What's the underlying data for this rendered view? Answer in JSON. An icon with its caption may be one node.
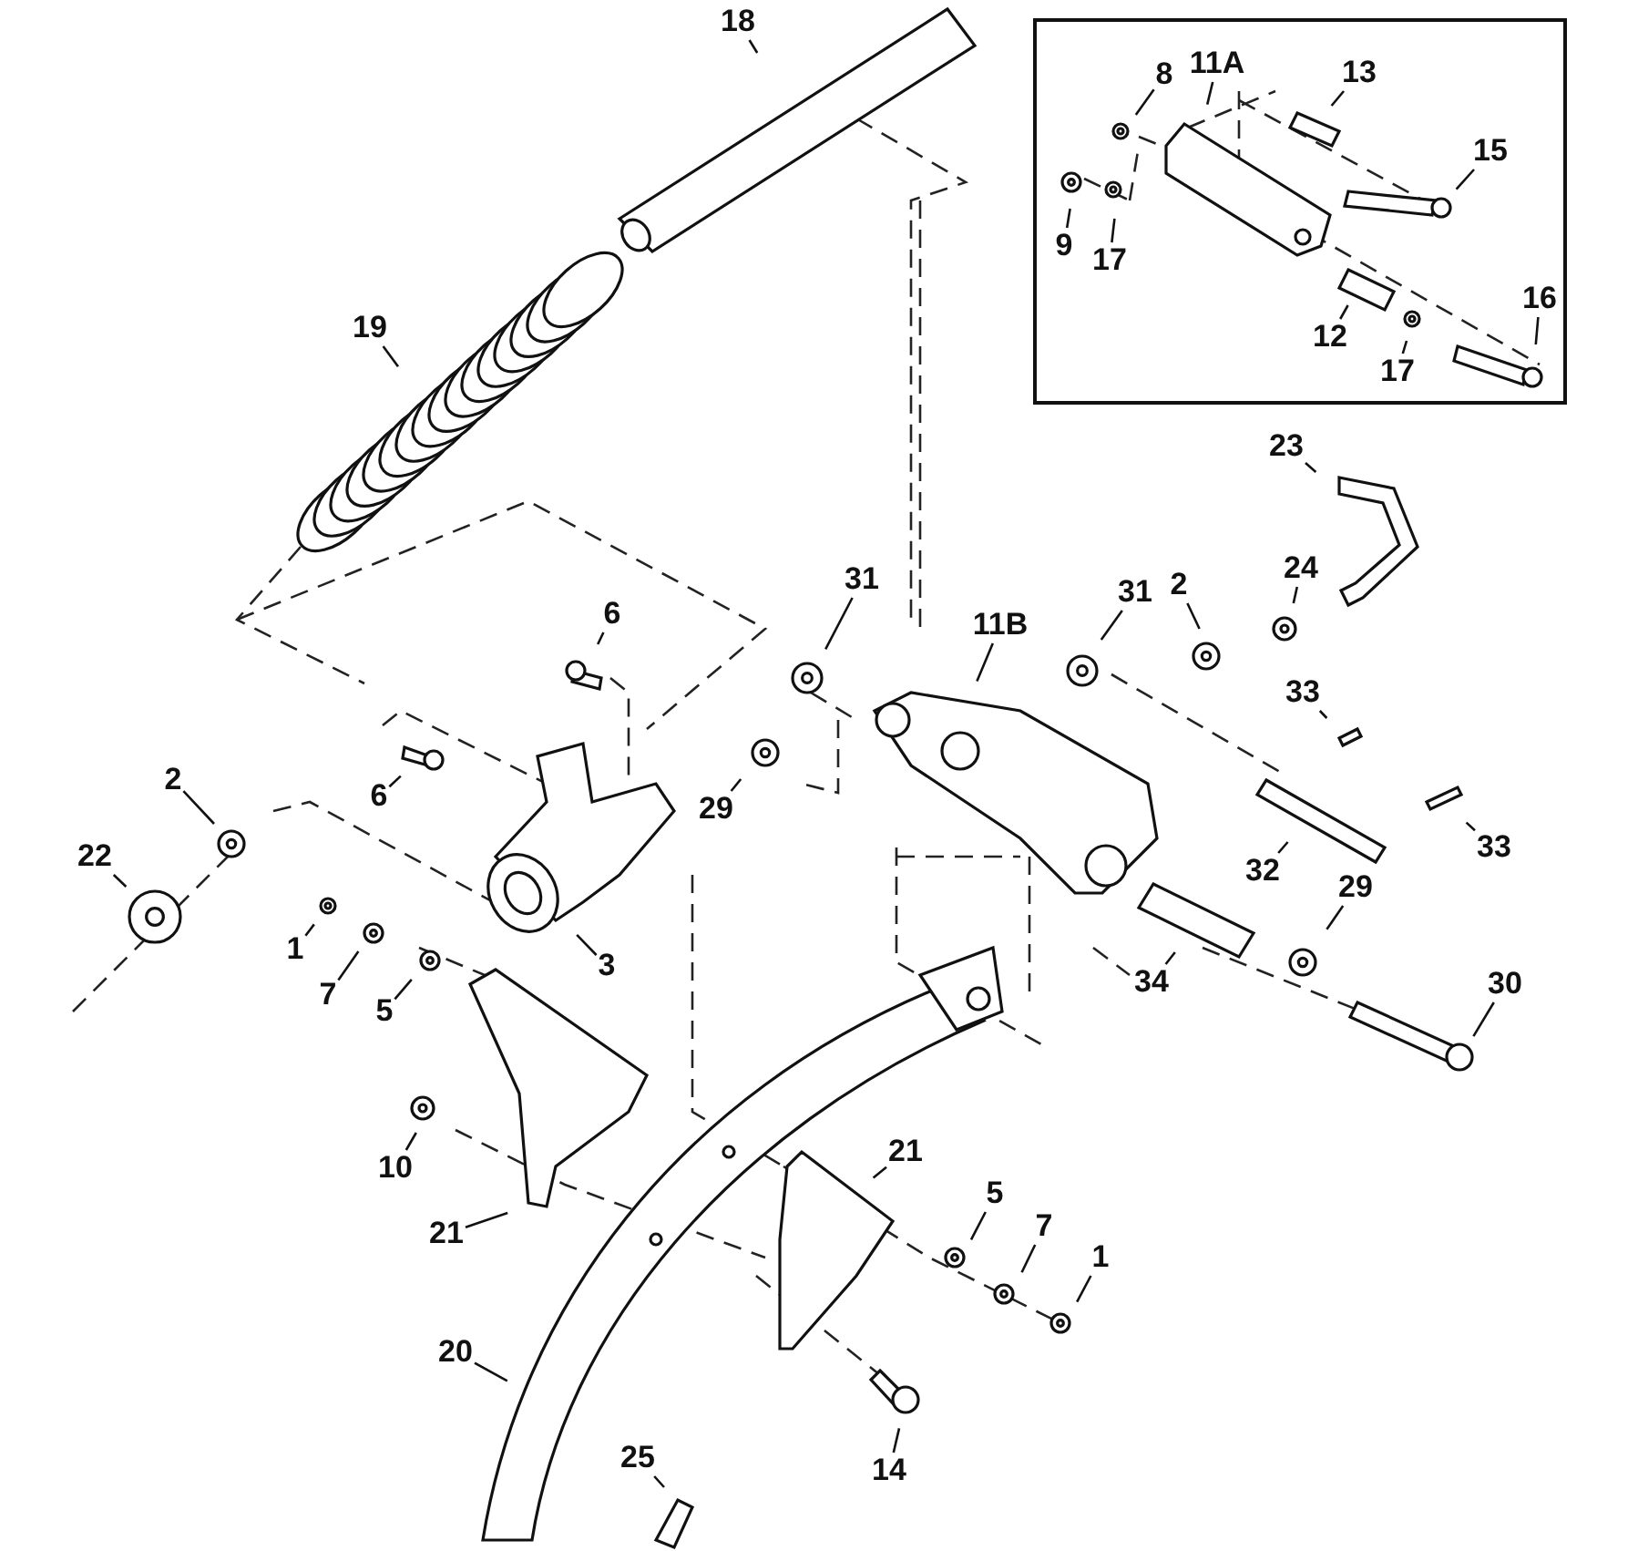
{
  "diagram": {
    "nodes": [
      {
        "text": [],
        "shape": "box"
      },
      {
        "text": [
          "18"
        ]
      },
      {
        "text": [
          "11A"
        ],
        "in": 0
      },
      {
        "text": [
          "8"
        ],
        "in": 0
      },
      {
        "text": [
          "13"
        ],
        "in": 0
      },
      {
        "text": [
          "15"
        ],
        "in": 0
      },
      {
        "text": [
          "9"
        ],
        "in": 0
      },
      {
        "text": [
          "17"
        ],
        "in": 0
      },
      {
        "text": [
          "12"
        ],
        "in": 0
      },
      {
        "text": [
          "16"
        ],
        "in": 0
      },
      {
        "text": [
          "17"
        ],
        "in": 0
      },
      {
        "text": [
          "19"
        ]
      },
      {
        "text": [
          "23"
        ]
      },
      {
        "text": [
          "31"
        ]
      },
      {
        "text": [
          "31"
        ]
      },
      {
        "text": [
          "2"
        ]
      },
      {
        "text": [
          "24"
        ]
      },
      {
        "text": [
          "6"
        ]
      },
      {
        "text": [
          "11B"
        ]
      },
      {
        "text": [
          "33"
        ]
      },
      {
        "text": [
          "6"
        ]
      },
      {
        "text": [
          "29"
        ]
      },
      {
        "text": [
          "33"
        ]
      },
      {
        "text": [
          "32"
        ]
      },
      {
        "text": [
          "2"
        ]
      },
      {
        "text": [
          "22"
        ]
      },
      {
        "text": [
          "3"
        ]
      },
      {
        "text": [
          "1"
        ]
      },
      {
        "text": [
          "7"
        ]
      },
      {
        "text": [
          "5"
        ]
      },
      {
        "text": [
          "29"
        ]
      },
      {
        "text": [
          "34"
        ]
      },
      {
        "text": [
          "30"
        ]
      },
      {
        "text": [
          "10"
        ]
      },
      {
        "text": [
          "21"
        ]
      },
      {
        "text": [
          "21"
        ]
      },
      {
        "text": [
          "5"
        ]
      },
      {
        "text": [
          "7"
        ]
      },
      {
        "text": [
          "1"
        ]
      },
      {
        "text": [
          "20"
        ]
      },
      {
        "text": [
          "14"
        ]
      },
      {
        "text": [
          "25"
        ]
      }
    ],
    "edges": [
      {
        "from": 1,
        "to": null,
        "arrow": "none"
      },
      {
        "from": 2,
        "to": null,
        "arrow": "none"
      },
      {
        "from": 3,
        "to": null,
        "arrow": "none"
      },
      {
        "from": 4,
        "to": null,
        "arrow": "none"
      },
      {
        "from": 5,
        "to": null,
        "arrow": "none"
      },
      {
        "from": 6,
        "to": null,
        "arrow": "none"
      },
      {
        "from": 7,
        "to": null,
        "arrow": "none"
      },
      {
        "from": 8,
        "to": null,
        "arrow": "none"
      },
      {
        "from": 9,
        "to": null,
        "arrow": "none"
      },
      {
        "from": 10,
        "to": null,
        "arrow": "none"
      },
      {
        "from": 11,
        "to": null,
        "arrow": "none"
      },
      {
        "from": 12,
        "to": null,
        "arrow": "none"
      },
      {
        "from": 13,
        "to": null,
        "arrow": "none"
      },
      {
        "from": 14,
        "to": null,
        "arrow": "none"
      },
      {
        "from": 15,
        "to": null,
        "arrow": "none"
      },
      {
        "from": 16,
        "to": null,
        "arrow": "none"
      },
      {
        "from": 17,
        "to": null,
        "arrow": "none"
      },
      {
        "from": 18,
        "to": null,
        "arrow": "none"
      },
      {
        "from": 19,
        "to": null,
        "arrow": "none"
      },
      {
        "from": 20,
        "to": null,
        "arrow": "none"
      },
      {
        "from": 21,
        "to": null,
        "arrow": "none"
      },
      {
        "from": 22,
        "to": null,
        "arrow": "none"
      },
      {
        "from": 23,
        "to": null,
        "arrow": "none"
      },
      {
        "from": 24,
        "to": null,
        "arrow": "none"
      },
      {
        "from": 25,
        "to": null,
        "arrow": "none"
      },
      {
        "from": 26,
        "to": null,
        "arrow": "none"
      },
      {
        "from": 27,
        "to": null,
        "arrow": "none"
      },
      {
        "from": 28,
        "to": null,
        "arrow": "none"
      },
      {
        "from": 29,
        "to": null,
        "arrow": "none"
      },
      {
        "from": 30,
        "to": null,
        "arrow": "none"
      },
      {
        "from": 31,
        "to": null,
        "arrow": "none"
      },
      {
        "from": 32,
        "to": null,
        "arrow": "none"
      },
      {
        "from": 33,
        "to": null,
        "arrow": "none"
      },
      {
        "from": 34,
        "to": null,
        "arrow": "none"
      },
      {
        "from": 35,
        "to": null,
        "arrow": "none"
      },
      {
        "from": 36,
        "to": null,
        "arrow": "none"
      },
      {
        "from": 37,
        "to": null,
        "arrow": "none"
      },
      {
        "from": 38,
        "to": null,
        "arrow": "none"
      },
      {
        "from": 39,
        "to": null,
        "arrow": "none"
      },
      {
        "from": 40,
        "to": null,
        "arrow": "none"
      },
      {
        "from": 41,
        "to": null,
        "arrow": "none"
      }
    ]
  }
}
